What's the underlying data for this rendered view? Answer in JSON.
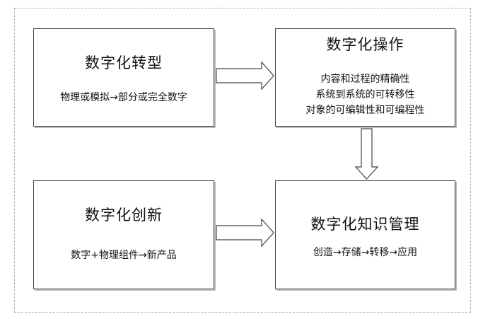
{
  "boxes": {
    "transformation": {
      "title": "数字化转型",
      "lines": [
        "物理或模拟→部分或完全数字"
      ]
    },
    "operation": {
      "title": "数字化操作",
      "lines": [
        "内容和过程的精确性",
        "系统到系统的可转移性",
        "对象的可编辑性和可编程性"
      ]
    },
    "innovation": {
      "title": "数字化创新",
      "lines": [
        "数字+物理组件→新产品"
      ]
    },
    "knowledge": {
      "title": "数字化知识管理",
      "lines": [
        "创造→存储→转移→应用"
      ]
    }
  }
}
